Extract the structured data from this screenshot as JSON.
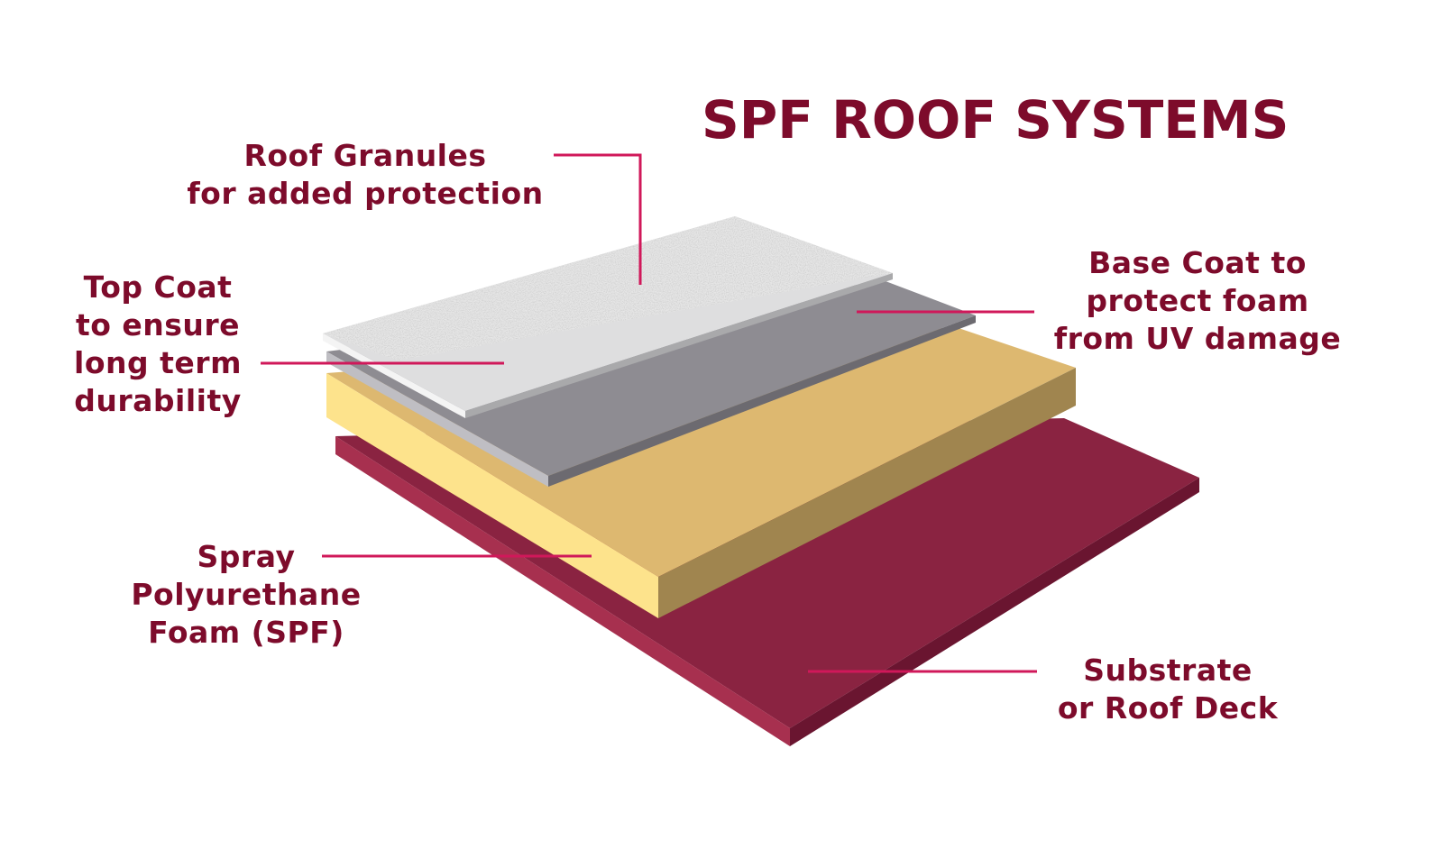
{
  "title": "SPF ROOF SYSTEMS",
  "labels": {
    "roof_granules": [
      "Roof Granules",
      "for added protection"
    ],
    "top_coat": [
      "Top Coat",
      "to ensure",
      "long term",
      "durability"
    ],
    "base_coat": [
      "Base Coat to",
      "protect foam",
      "from UV damage"
    ],
    "spf": [
      "Spray",
      "Polyurethane",
      "Foam (SPF)"
    ],
    "substrate": [
      "Substrate",
      "or Roof Deck"
    ]
  },
  "colors": {
    "text": "#7d0b2b",
    "leader_line": "#d0185a",
    "substrate_top": "#8a2341",
    "foam_top": "#ddb870",
    "base_coat_top": "#8e8c92",
    "top_coat_top": "#dededf",
    "granules": "#e6e6e6"
  }
}
